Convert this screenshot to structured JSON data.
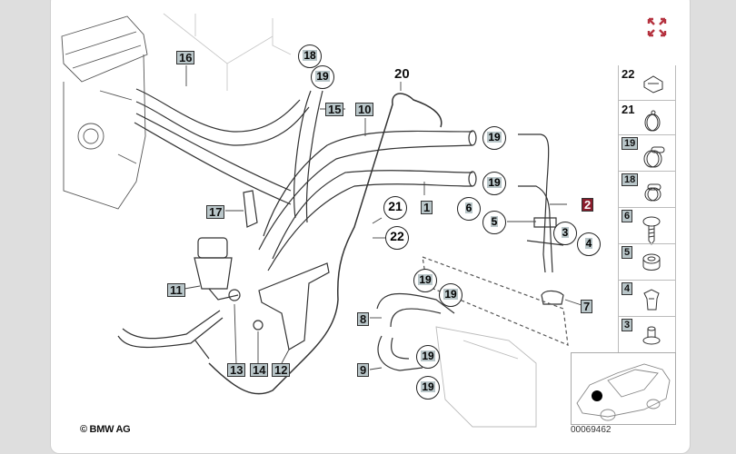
{
  "diagram": {
    "title": "Heater hose / water valve parts diagram",
    "copyright": "© BMW AG",
    "part_number": "00069462",
    "highlight_color": "#8a1c2b",
    "label_box_color": "#b9c6c9",
    "expand_icon": "expand-arrows-icon"
  },
  "callouts": {
    "l1": "1",
    "l2": "2",
    "l3": "3",
    "l4": "4",
    "l5": "5",
    "l6": "6",
    "l7": "7",
    "l8": "8",
    "l9": "9",
    "l10": "10",
    "l11": "11",
    "l12": "12",
    "l13": "13",
    "l14": "14",
    "l15": "15",
    "l16": "16",
    "l17": "17",
    "l18": "18",
    "l19a": "19",
    "l19b": "19",
    "l19c": "19",
    "l19d": "19",
    "l19e": "19",
    "l19f": "19",
    "l19g": "19",
    "l20": "20",
    "l21": "21",
    "l22": "22"
  },
  "legend": [
    {
      "number": "22",
      "icon": "clip-icon",
      "boxed": false
    },
    {
      "number": "21",
      "icon": "hose-clamp-icon",
      "boxed": false
    },
    {
      "number": "19",
      "icon": "screw-clamp-icon",
      "boxed": true
    },
    {
      "number": "18",
      "icon": "screw-clamp-small-icon",
      "boxed": true
    },
    {
      "number": "6",
      "icon": "screw-icon",
      "boxed": true
    },
    {
      "number": "5",
      "icon": "grommet-icon",
      "boxed": true
    },
    {
      "number": "4",
      "icon": "clip-nut-icon",
      "boxed": true
    },
    {
      "number": "3",
      "icon": "rivet-icon",
      "boxed": true
    }
  ]
}
